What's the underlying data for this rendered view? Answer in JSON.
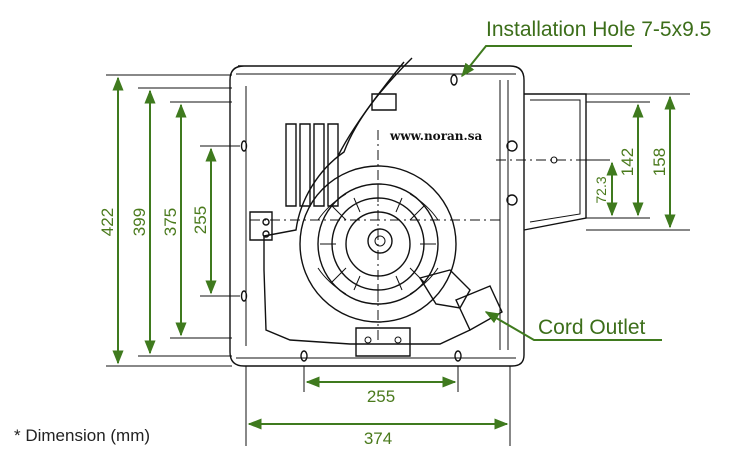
{
  "callouts": {
    "installation_hole": "Installation Hole 7-5x9.5",
    "cord_outlet": "Cord Outlet"
  },
  "watermark": "www.noran.sa",
  "footnote": "* Dimension (mm)",
  "dimensions": {
    "d422": "422",
    "d399": "399",
    "d375": "375",
    "d255_vertical": "255",
    "d255_horizontal": "255",
    "d374": "374",
    "d142": "142",
    "d158": "158",
    "d72_3": "72.3"
  },
  "colors": {
    "dimension_green": "#3f7a1e",
    "drawing_black": "#111111"
  }
}
